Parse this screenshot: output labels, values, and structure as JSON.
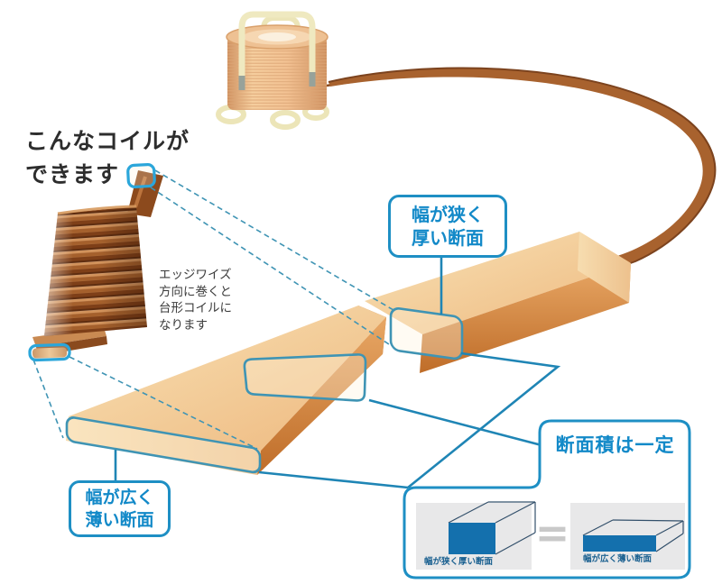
{
  "heading": {
    "line1": "こんなコイルが",
    "line2": "できます"
  },
  "coil_note": {
    "line1": "エッジワイズ",
    "line2": "方向に巻くと",
    "line3": "台形コイルに",
    "line4": "なります"
  },
  "callouts": {
    "narrow_thick": {
      "line1": "幅が狭く",
      "line2": "厚い断面"
    },
    "wide_thin": {
      "line1": "幅が広く",
      "line2": "薄い断面"
    }
  },
  "area_panel": {
    "title": "断面積は一定",
    "equals": "=",
    "items": [
      {
        "label": "幅が狭く厚い断面"
      },
      {
        "label": "幅が広く薄い断面"
      }
    ]
  },
  "colors": {
    "accent_blue": "#1e8fc4",
    "text_blue": "#1289c8",
    "leader_blue": "#1f85b5",
    "dashed_blue": "#3f94b4",
    "marker_blue": "#2ba6da",
    "section_fill_blue": "#1470ad",
    "panel_gray": "#e8e8e9",
    "equals_gray": "#c9c9c9",
    "copper_dark": "#8a4a1e",
    "copper_mid": "#a5602c",
    "strip_tan_light": "#f8e0b2",
    "strip_tan_dark": "#bf6d29"
  },
  "icons": {
    "spool": "wire-spool-illustration",
    "coil": "edgewise-trapezoid-coil-illustration",
    "strip": "tapered-flat-wire-illustration",
    "arc": "wire-arc-illustration"
  }
}
